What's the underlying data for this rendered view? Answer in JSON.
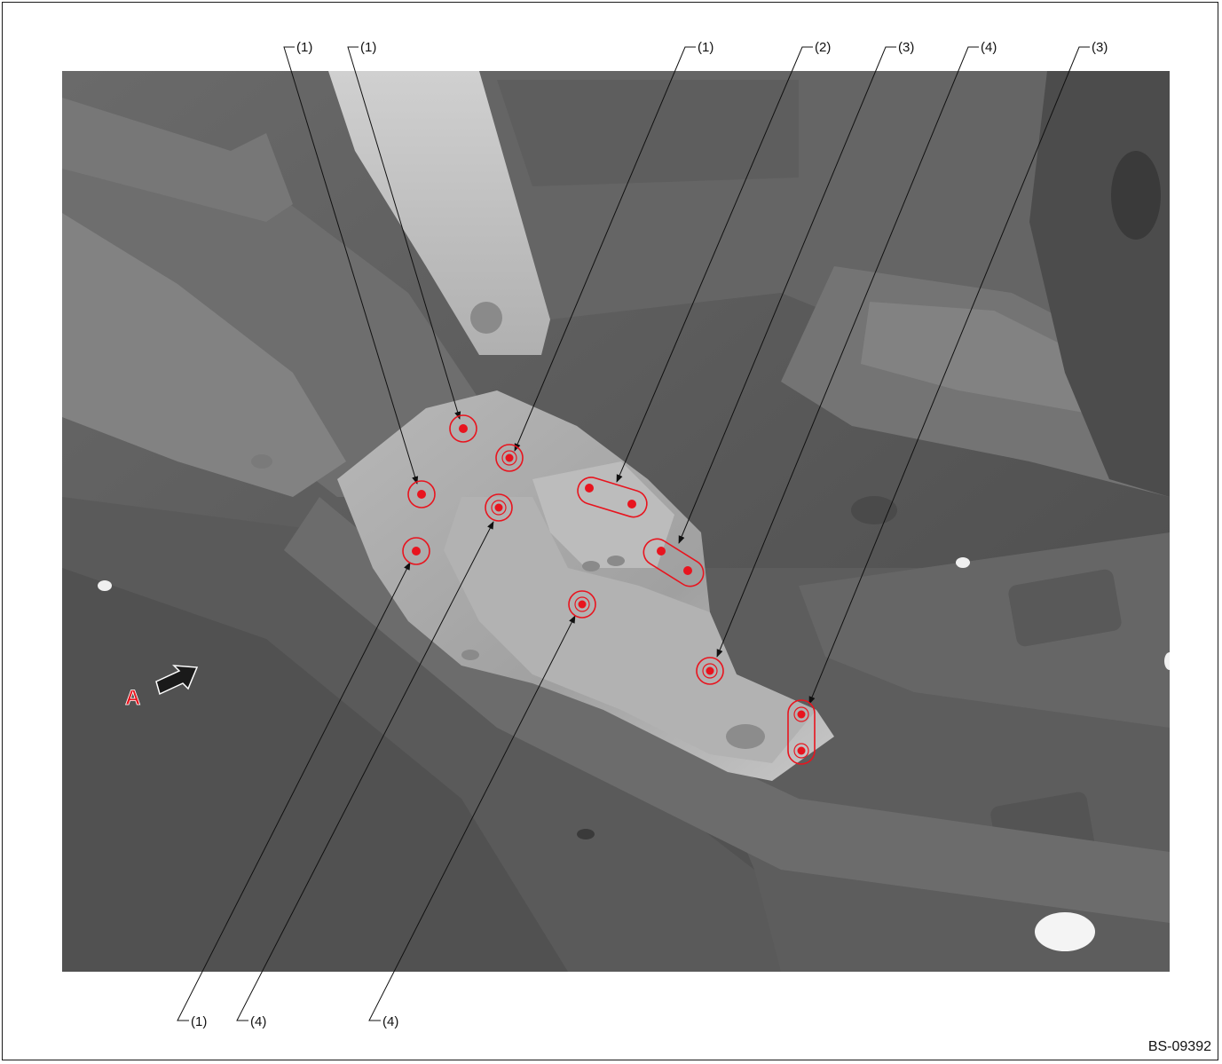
{
  "diagram": {
    "figure_code": "BS-09392",
    "view_marker": "A",
    "top_callouts": [
      "(1)",
      "(1)",
      "(1)",
      "(2)",
      "(3)",
      "(4)",
      "(3)"
    ],
    "bottom_callouts": [
      "(1)",
      "(4)",
      "(4)"
    ],
    "colors": {
      "spot_weld": "#e8141e",
      "callout_line": "#111111",
      "body_dark": "#5b5b5b",
      "body_light": "#a9a9a9",
      "bracket": "#c4c4c4",
      "marker_text": "#e8141e"
    }
  }
}
